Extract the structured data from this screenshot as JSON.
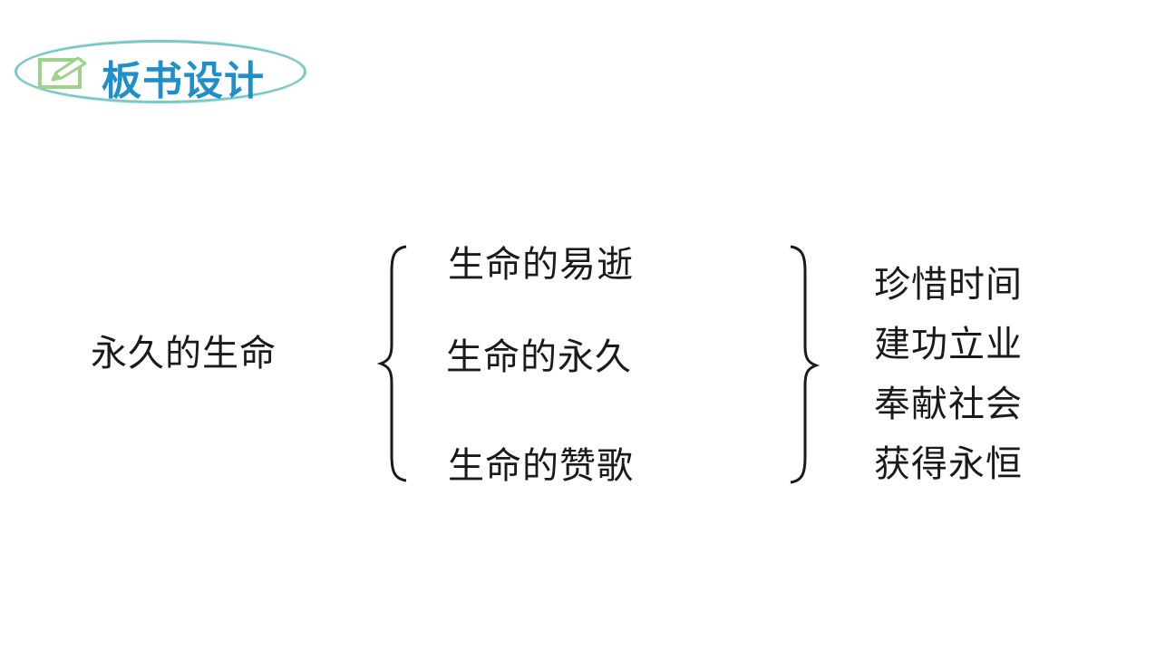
{
  "header": {
    "title": "板书设计",
    "icon": "pencil-edit-icon",
    "colors": {
      "title": "#1e8fc8",
      "pill_border": "#7cc8c4",
      "icon": "#9ed28c"
    }
  },
  "diagram": {
    "root": "永久的生命",
    "middle": [
      "生命的易逝",
      "生命的永久",
      "生命的赞歌"
    ],
    "right": [
      "珍惜时间",
      "建功立业",
      "奉献社会",
      "获得永恒"
    ]
  }
}
